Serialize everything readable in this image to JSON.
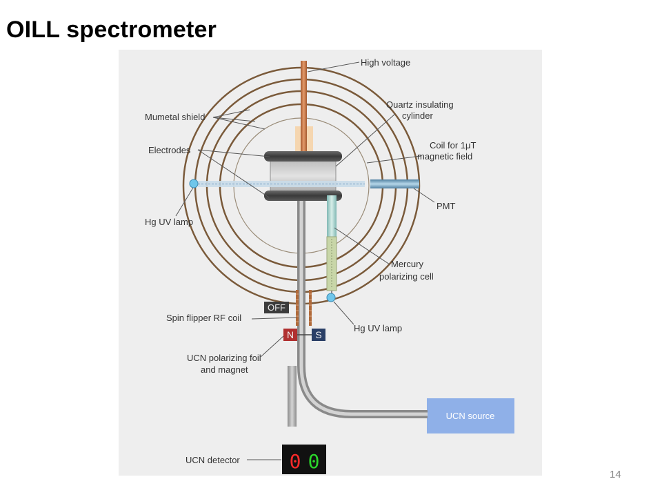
{
  "slide": {
    "title": "OILL spectrometer",
    "page_number": "14"
  },
  "diagram": {
    "labels": {
      "high_voltage": "High voltage",
      "mumetal_shield": "Mumetal shield",
      "quartz_line1": "Quartz insulating",
      "quartz_line2": "cylinder",
      "coil_line1": "Coil for 1μT",
      "coil_line2": "magnetic field",
      "electrodes": "Electrodes",
      "pmt": "PMT",
      "hg_uv_lamp_left": "Hg UV lamp",
      "mercury_line1": "Mercury",
      "mercury_line2": "polarizing cell",
      "spin_flipper": "Spin flipper RF coil",
      "hg_uv_lamp_bottom": "Hg UV lamp",
      "polarizing_line1": "UCN polarizing foil",
      "polarizing_line2": "and magnet",
      "ucn_detector": "UCN detector",
      "ucn_source": "UCN source"
    },
    "flipper_state": "OFF",
    "magnet": {
      "north": "N",
      "south": "S"
    },
    "detector_digits": [
      "0",
      "0"
    ],
    "colors": {
      "shield": "#7a5a3a",
      "rod": "#c77d4e",
      "guide": "#b0b0b0",
      "ucn_source": "#8fb0e8",
      "lamp": "#6fc6ea",
      "north": "#b03030",
      "south": "#2a3f66",
      "digit_red": "#ff2a2a",
      "digit_green": "#2bd62b"
    }
  }
}
